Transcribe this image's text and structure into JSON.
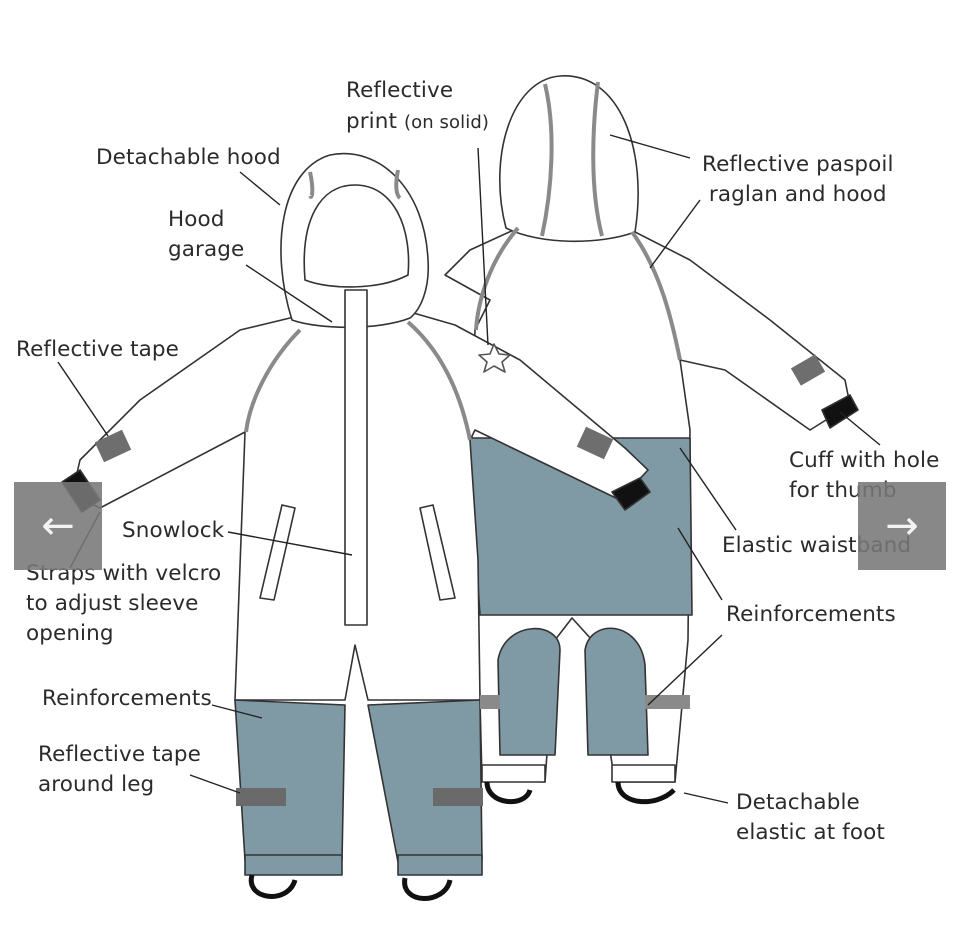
{
  "colors": {
    "outline": "#333333",
    "garment": "#ffffff",
    "reinforcement": "#7f9aa4",
    "reflective": "#8a8a8a",
    "leader": "#222222",
    "nav_bg": "#7a7a7a"
  },
  "labels": {
    "reflective_print": "Reflective",
    "reflective_print_2": "print",
    "reflective_print_small": "(on solid)",
    "detachable_hood": "Detachable hood",
    "hood_garage": "Hood\ngarage",
    "reflective_paspoil": "Reflective paspoil\n raglan and hood",
    "reflective_tape": "Reflective tape",
    "snowlock": "Snowlock",
    "straps_velcro": "Straps with velcro\nto adjust sleeve\nopening",
    "cuff_hole": "Cuff with hole\nfor thumb",
    "elastic_waistband": "Elastic waistband",
    "reinforcements_right": "Reinforcements",
    "reinforcements_left": "Reinforcements",
    "reflective_tape_leg": "Reflective tape\naround leg",
    "detachable_elastic": "Detachable\nelastic at foot"
  },
  "carousel": {
    "prev_icon": "arrow-left-icon",
    "next_icon": "arrow-right-icon",
    "prev_glyph": "←",
    "next_glyph": "→"
  }
}
